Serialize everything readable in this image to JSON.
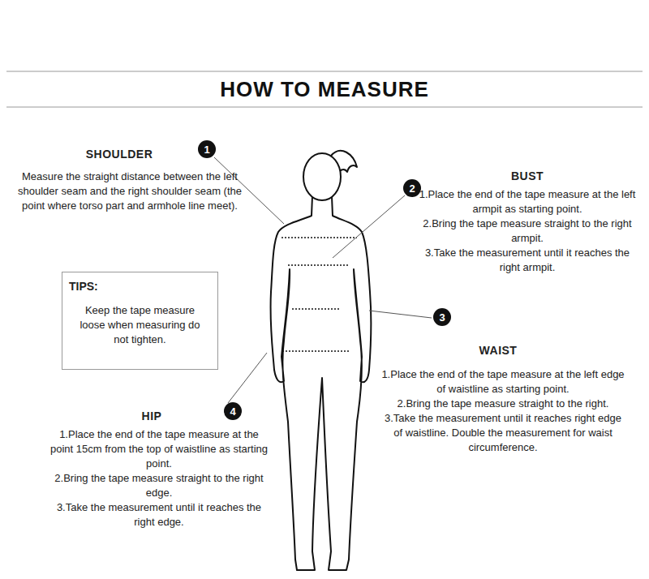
{
  "diagram": {
    "title": "HOW TO MEASURE",
    "nodes": [
      {
        "text": [
          "1"
        ]
      },
      {
        "text": [
          "2"
        ]
      },
      {
        "text": [
          "TIPS:",
          "Keep the tape measure loose when measuring do not tighten."
        ]
      },
      {
        "text": [
          "3"
        ]
      },
      {
        "text": [
          "4"
        ]
      }
    ],
    "labels": [
      "SHOULDER",
      "Measure the straight distance between the left shoulder seam and the right shoulder seam (the point where torso part and armhole line meet).",
      "BUST",
      "1.Place the end of the tape measure at the left armpit as starting point.",
      "2.Bring the tape measure straight to the right armpit.",
      "3.Take the measurement until it reaches the right armpit.",
      "WAIST",
      "1.Place the end of the tape measure at the left edge of waistline as starting point.",
      "2.Bring the tape measure straight to the right.",
      "3.Take the measurement until it reaches right edge of waistline. Double the measurement for waist circumference.",
      "HIP",
      "1.Place the end of the tape measure at the point 15cm from the top of waistline as starting point.",
      "2.Bring the tape measure straight to the right edge.",
      "3.Take the measurement until it reaches the right edge."
    ]
  }
}
